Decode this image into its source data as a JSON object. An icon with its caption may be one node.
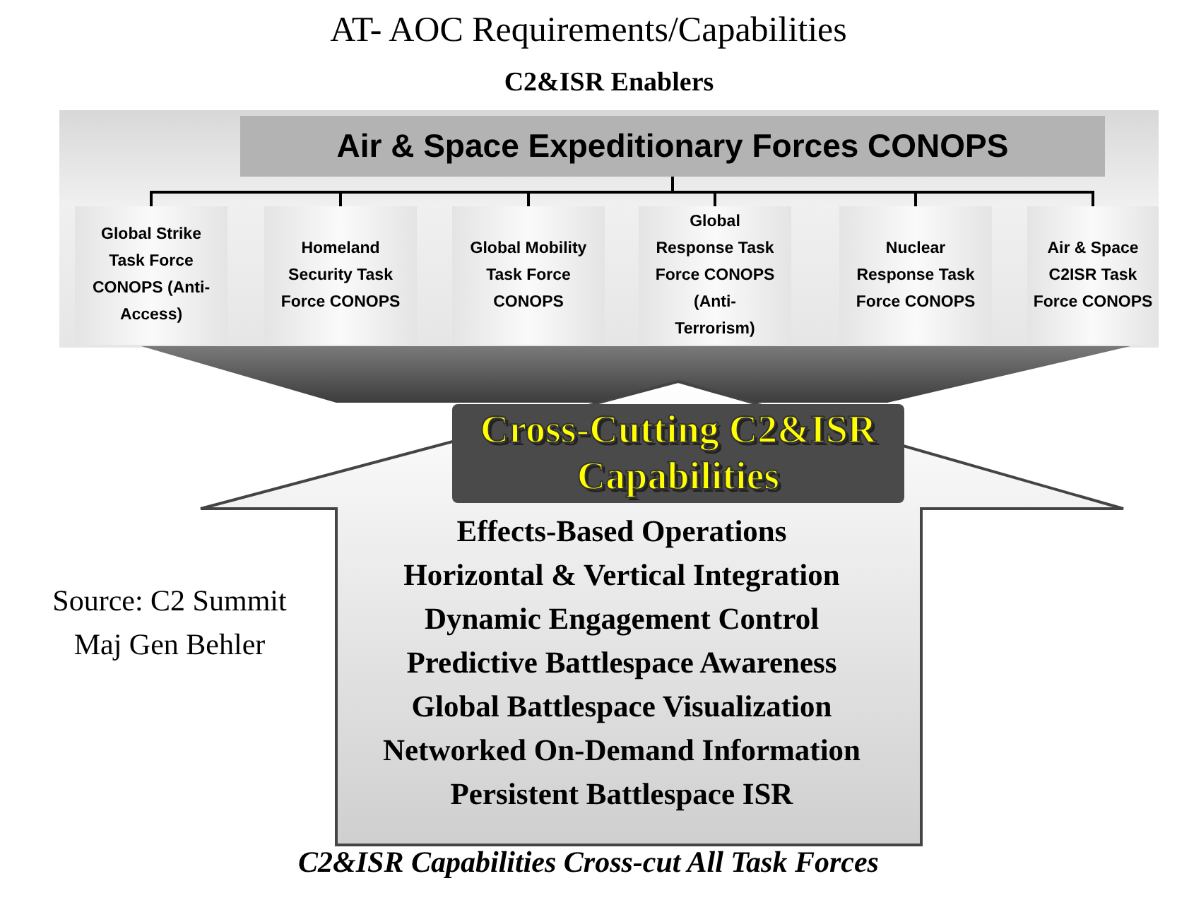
{
  "diagram": {
    "title": "AT- AOC Requirements/Capabilities",
    "caption": "C2&ISR Capabilities Cross-cut All Task Forces",
    "nodes": [
      {
        "text": [
          "C2&ISR Enablers"
        ]
      },
      {
        "text": [
          "Air & Space Expeditionary Forces CONOPS"
        ],
        "in": 0
      },
      {
        "text": [
          "Global Strike Task Force CONOPS (Anti-Access)"
        ],
        "in": 0
      },
      {
        "text": [
          "Homeland Security Task Force CONOPS"
        ],
        "in": 0
      },
      {
        "text": [
          "Global Mobility Task Force CONOPS"
        ],
        "in": 0
      },
      {
        "text": [
          "Global Response Task Force CONOPS (Anti-Terrorism)"
        ],
        "in": 0
      },
      {
        "text": [
          "Nuclear Response Task Force CONOPS"
        ],
        "in": 0
      },
      {
        "text": [
          "Air & Space C2ISR Task Force CONOPS"
        ],
        "in": 0
      },
      {
        "text": [],
        "shape": "trapezoid"
      },
      {
        "text": [
          "Cross-Cutting C2&ISR Capabilities",
          "Effects-Based Operations",
          "Horizontal & Vertical Integration",
          "Dynamic Engagement Control",
          "Predictive Battlespace Awareness",
          "Global Battlespace Visualization",
          "Networked On-Demand Information",
          "Persistent Battlespace ISR"
        ]
      }
    ],
    "edges": [
      {
        "from": 1,
        "to": 2,
        "arrow": "none"
      },
      {
        "from": 1,
        "to": 3,
        "arrow": "none"
      },
      {
        "from": 1,
        "to": 4,
        "arrow": "none"
      },
      {
        "from": 1,
        "to": 5,
        "arrow": "none"
      },
      {
        "from": 1,
        "to": 6,
        "arrow": "none"
      },
      {
        "from": 1,
        "to": 7,
        "arrow": "none"
      }
    ],
    "labels": [
      "Source: C2 Summit Maj Gen Behler"
    ]
  }
}
